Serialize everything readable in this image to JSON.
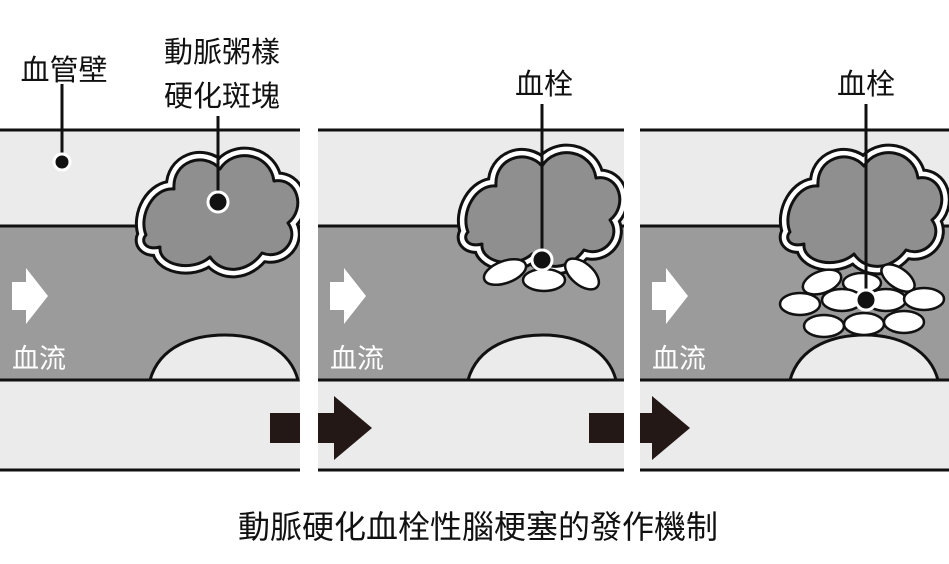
{
  "labels": {
    "vessel_wall": "血管壁",
    "plaque_line1": "動脈粥樣",
    "plaque_line2": "硬化斑塊",
    "thrombus_2": "血栓",
    "thrombus_3": "血栓",
    "flow_1": "血流",
    "flow_2": "血流",
    "flow_3": "血流"
  },
  "caption": "動脈硬化血栓性腦梗塞的發作機制",
  "colors": {
    "wall": "#ebebeb",
    "lumen": "#9b9b9b",
    "plaque": "#8f8f8f",
    "outline": "#111111",
    "arrow": "#231815",
    "clot": "#ffffff"
  }
}
